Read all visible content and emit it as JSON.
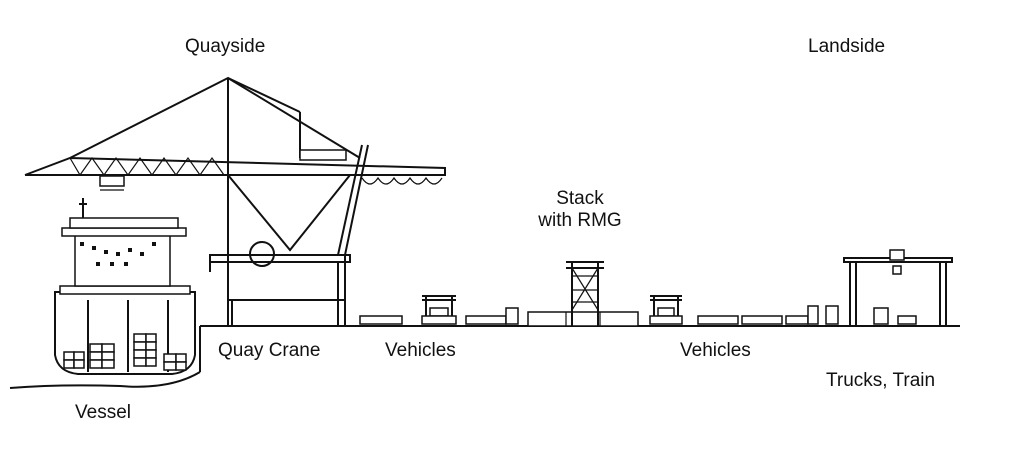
{
  "labels": {
    "quayside": "Quayside",
    "landside": "Landside",
    "stack": "Stack",
    "with_rmg": "with RMG",
    "quay_crane": "Quay Crane",
    "vehicles_left": "Vehicles",
    "vehicles_right": "Vehicles",
    "trucks_train": "Trucks, Train",
    "vessel": "Vessel"
  }
}
